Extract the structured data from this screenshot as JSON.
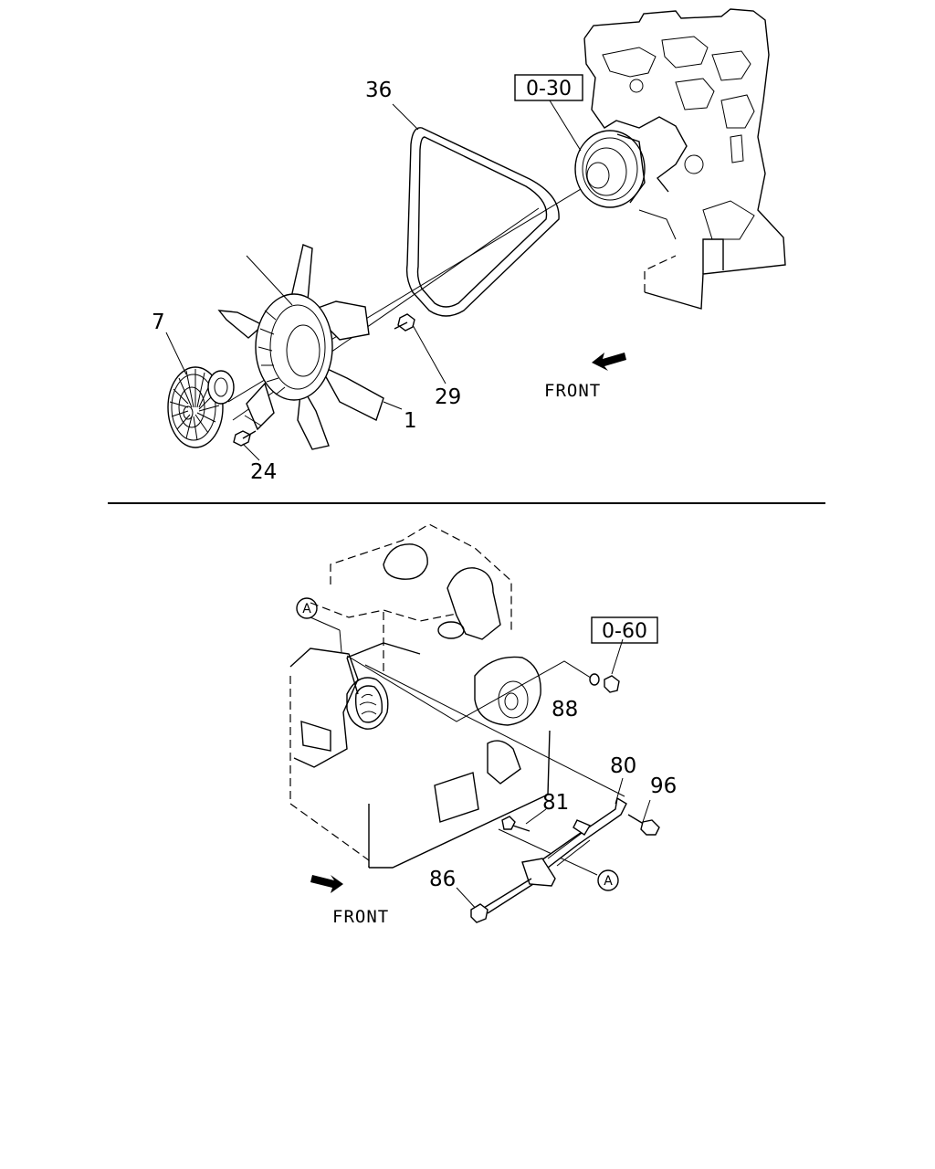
{
  "top_view": {
    "labels": {
      "belt": "36",
      "ref_box": "0-30",
      "clutch": "7",
      "bolt_29": "29",
      "fan": "1",
      "bolt_24": "24",
      "front": "FRONT"
    }
  },
  "bottom_view": {
    "labels": {
      "marker_a_top": "A",
      "ref_box": "0-60",
      "washer": "88",
      "bracket": "80",
      "bolt_96": "96",
      "bolt_81": "81",
      "bolt_86": "86",
      "marker_a_bottom": "A",
      "front": "FRONT"
    }
  }
}
